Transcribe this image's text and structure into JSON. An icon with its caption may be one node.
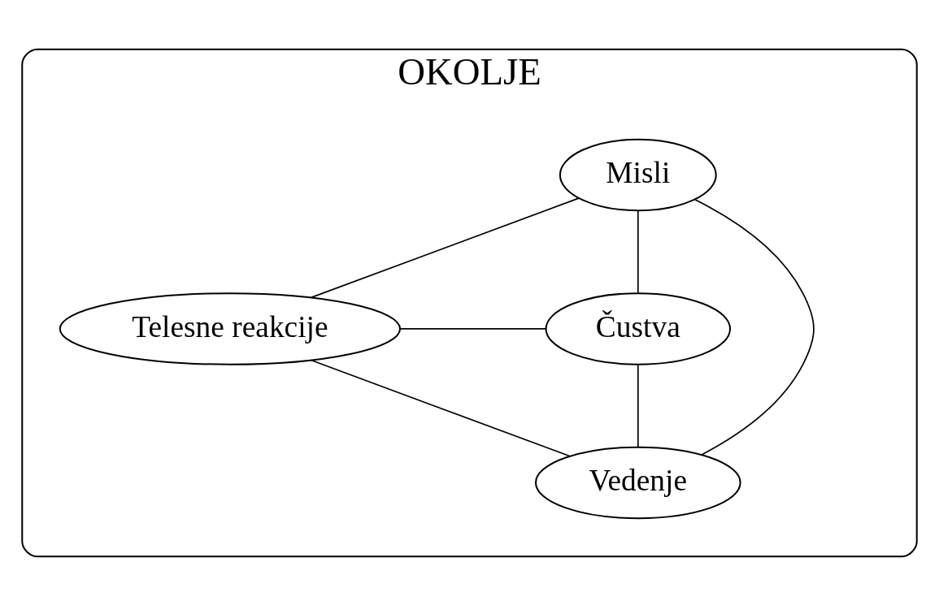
{
  "diagram": {
    "nodes": [
      {
        "text": [
          "OKOLJE"
        ]
      },
      {
        "text": [
          "Misli"
        ],
        "in": 0
      },
      {
        "text": [
          "Telesne reakcije"
        ],
        "in": 0
      },
      {
        "text": [
          "Čustva"
        ],
        "in": 0
      },
      {
        "text": [
          "Vedenje"
        ],
        "in": 0
      }
    ],
    "edges": [
      {
        "from": 1,
        "to": 2,
        "arrow": "none"
      },
      {
        "from": 1,
        "to": 3,
        "arrow": "none"
      },
      {
        "from": 1,
        "to": 4,
        "arrow": "none"
      },
      {
        "from": 2,
        "to": 3,
        "arrow": "none"
      },
      {
        "from": 2,
        "to": 4,
        "arrow": "none"
      },
      {
        "from": 3,
        "to": 4,
        "arrow": "none"
      }
    ]
  }
}
